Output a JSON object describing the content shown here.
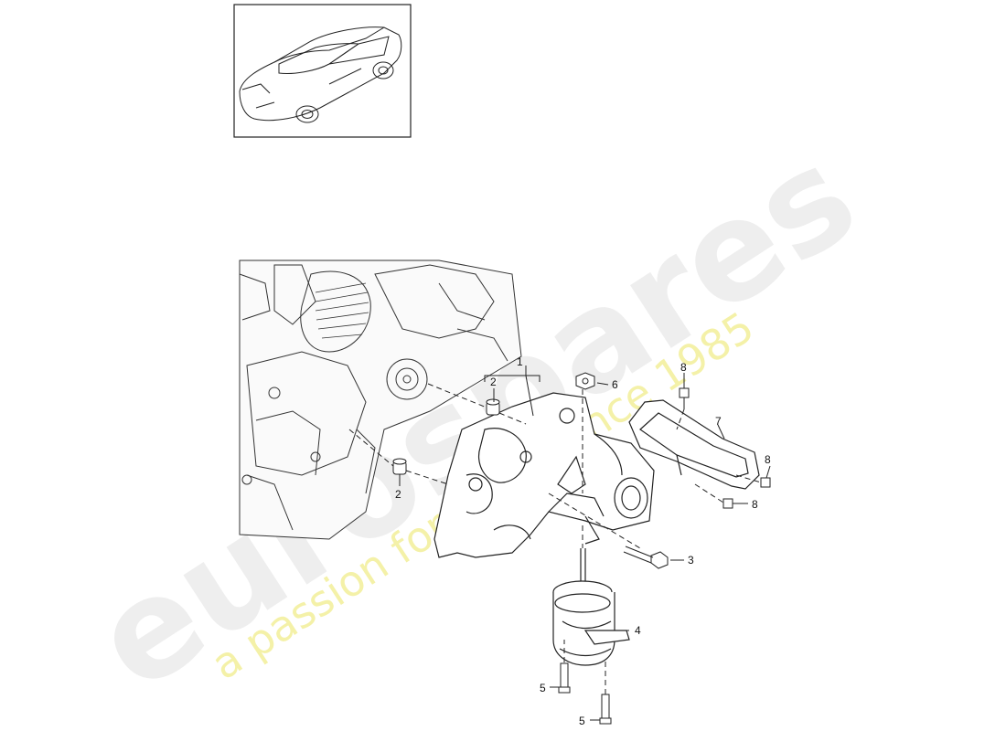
{
  "watermark": {
    "brand": "eurospares",
    "tagline": "a passion for parts since 1985"
  },
  "callouts": [
    "1",
    "2",
    "2",
    "3",
    "4",
    "5",
    "5",
    "6",
    "7",
    "8",
    "8",
    "8"
  ],
  "colors": {
    "line": "#222222",
    "watermark_text": "#eeeeee",
    "watermark_tagline": "#f4f1a8"
  }
}
